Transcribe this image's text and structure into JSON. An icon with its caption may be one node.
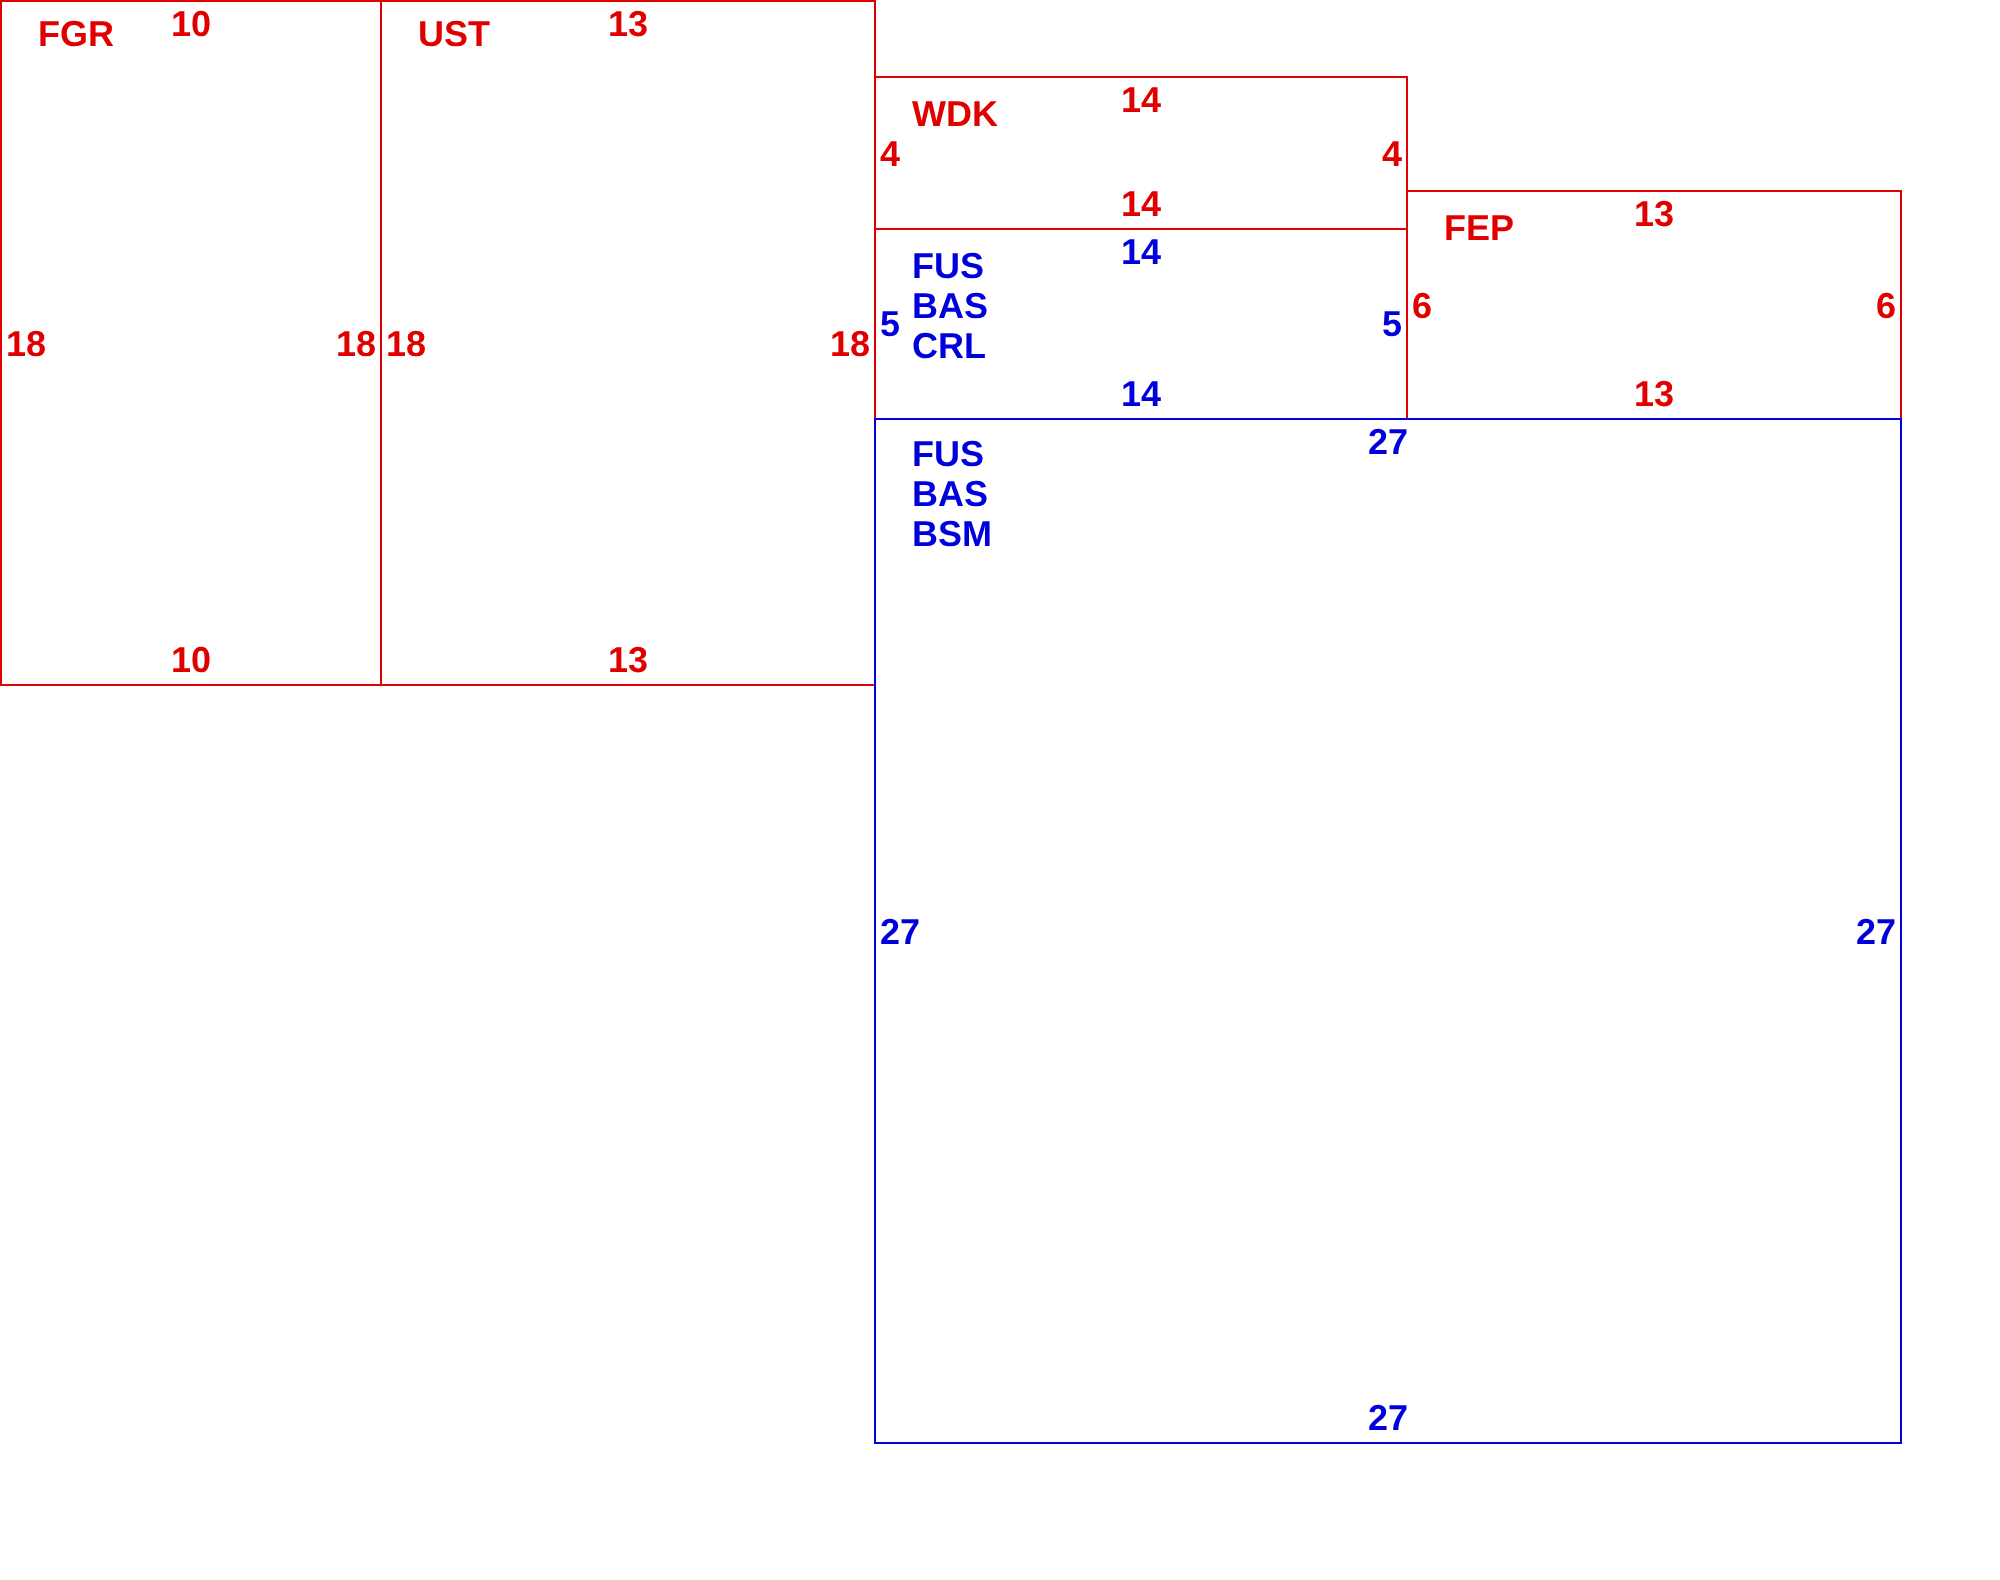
{
  "diagram": {
    "nodes": [
      {
        "text": [
          "FGR",
          "10",
          "18",
          "18",
          "10"
        ]
      },
      {
        "text": [
          "UST",
          "13",
          "18",
          "18",
          "13"
        ]
      },
      {
        "text": [
          "WDK",
          "14",
          "4",
          "4",
          "14"
        ]
      },
      {
        "text": [
          "FUS",
          "BAS",
          "CRL",
          "14",
          "5",
          "5",
          "14"
        ]
      },
      {
        "text": [
          "FEP",
          "13",
          "6",
          "6",
          "13"
        ]
      },
      {
        "text": [
          "FUS",
          "BAS",
          "BSM",
          "27",
          "27",
          "27",
          "27"
        ]
      }
    ]
  }
}
